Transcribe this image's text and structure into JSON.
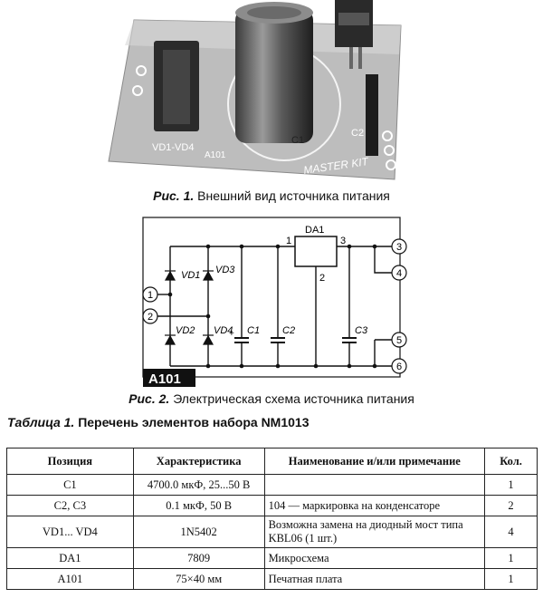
{
  "photo": {
    "silk_bridge": "VD1-VD4",
    "silk_board": "A101",
    "silk_c1": "C1",
    "silk_c2": "C2",
    "silk_brand": "MASTER KIT"
  },
  "figure1": {
    "label": "Рис. 1.",
    "text": "Внешний вид источника питания"
  },
  "schematic": {
    "ic_label": "DA1",
    "ic_pin1": "1",
    "ic_pin2": "2",
    "ic_pin3": "3",
    "vd1": "VD1",
    "vd2": "VD2",
    "vd3": "VD3",
    "vd4": "VD4",
    "c1": "C1",
    "c2": "C2",
    "c3": "C3",
    "pin_1": "1",
    "pin_2": "2",
    "pin_3": "3",
    "pin_4": "4",
    "pin_5": "5",
    "pin_6": "6",
    "board_tag": "A101"
  },
  "figure2": {
    "label": "Рис. 2.",
    "text": "Электрическая схема источника питания"
  },
  "table_caption": {
    "label": "Таблица 1.",
    "text": "Перечень элементов набора NM1013"
  },
  "table": {
    "headers": [
      "Позиция",
      "Характеристика",
      "Наименование и/или примечание",
      "Кол."
    ],
    "rows": [
      [
        "C1",
        "4700.0 мкФ, 25...50 В",
        "",
        "1"
      ],
      [
        "C2, C3",
        "0.1 мкФ, 50 В",
        "104 — маркировка на конденсаторе",
        "2"
      ],
      [
        "VD1... VD4",
        "1N5402",
        "Возможна замена на диодный мост типа KBL06 (1 шт.)",
        "4"
      ],
      [
        "DA1",
        "7809",
        "Микросхема",
        "1"
      ],
      [
        "A101",
        "75×40 мм",
        "Печатная плата",
        "1"
      ]
    ]
  }
}
